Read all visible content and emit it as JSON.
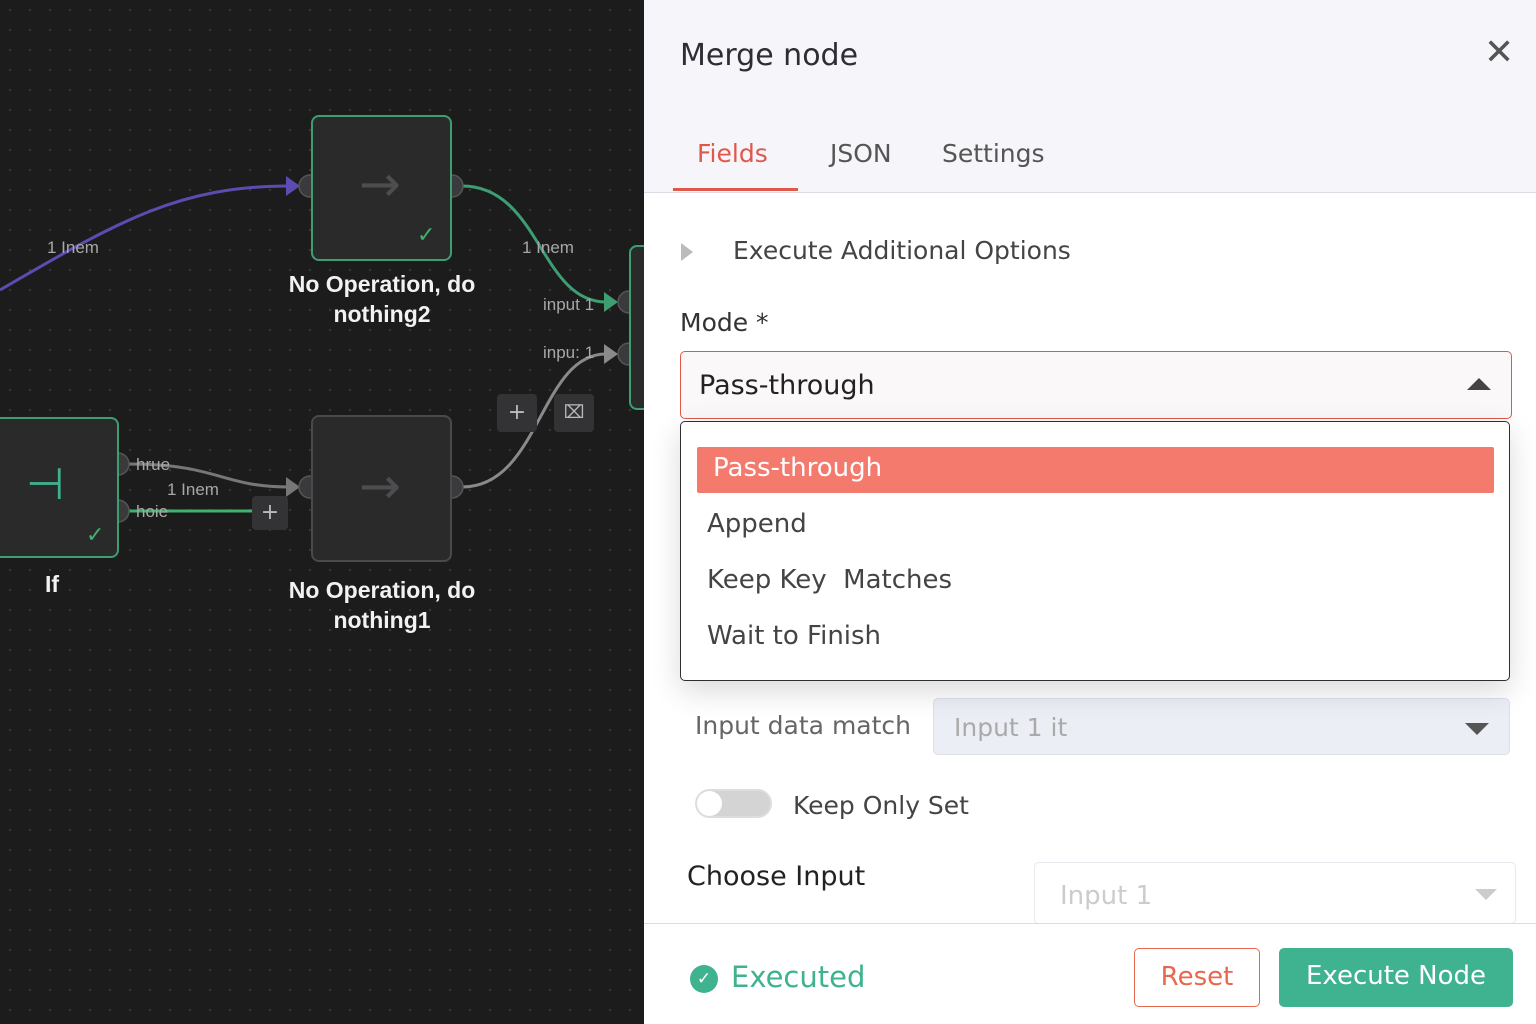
{
  "canvas": {
    "nodes": [
      {
        "label_line1": "No Operation, do",
        "label_line2": "nothing2"
      },
      {
        "label_line1": "No Operation, do",
        "label_line2": "nothing1"
      },
      {
        "label": "If"
      }
    ],
    "edge_labels": {
      "left_items": "1 Inem",
      "top_items": "1 Inem",
      "if_items": "1 Inem",
      "input_a": "input 1",
      "input_b": "inpu: 1",
      "if_true": "hrue",
      "if_false": "hoie"
    },
    "buttons": {
      "add": "+",
      "add2": "+"
    }
  },
  "panel": {
    "title": "Merge node",
    "close": "✕",
    "tabs": [
      {
        "label": "Fields",
        "active": true
      },
      {
        "label": "JSON"
      },
      {
        "label": "Settings"
      }
    ],
    "additional_options": "Execute Additional Options",
    "mode_label": "Mode *",
    "mode_value": "Pass-through",
    "mode_options": [
      "Pass-through",
      "Append",
      "Keep Key  Matches",
      "Wait to Finish"
    ],
    "input_match_label": "Input data match",
    "input_match_value": "Input 1 it",
    "keep_only_set_label": "Keep Only Set",
    "keep_only_set_on": false,
    "choose_input_label": "Choose Input",
    "choose_input_value": "Input 1",
    "status": "Executed",
    "reset": "Reset",
    "execute": "Execute Node",
    "colors": {
      "accent": "#e0584a",
      "success": "#3fb28f",
      "highlight": "#f47a6e"
    }
  }
}
